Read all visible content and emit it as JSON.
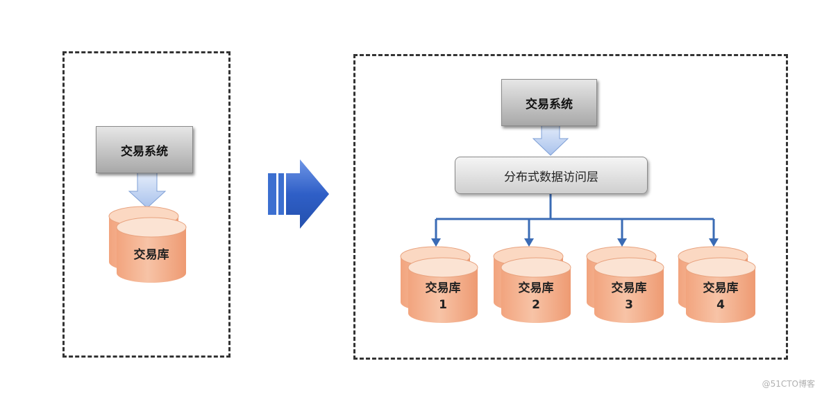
{
  "left": {
    "system": "交易系统",
    "database": "交易库"
  },
  "right": {
    "system": "交易系统",
    "access_layer": "分布式数据访问层",
    "databases": [
      {
        "name": "交易库",
        "number": "1"
      },
      {
        "name": "交易库",
        "number": "2"
      },
      {
        "name": "交易库",
        "number": "3"
      },
      {
        "name": "交易库",
        "number": "4"
      }
    ]
  },
  "watermark": "@51CTO博客",
  "colors": {
    "db_top": "#fce1cf",
    "db_body": "#f4b08d",
    "arrow_light": "#c9d9f3",
    "big_arrow": "#3366cc",
    "connector": "#3a6bb5"
  }
}
